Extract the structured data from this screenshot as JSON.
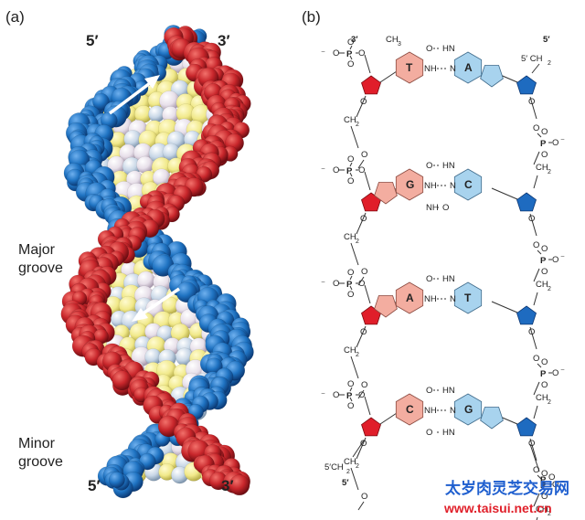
{
  "panel_a": {
    "label": "(a)",
    "top_left_end": "5′",
    "top_right_end": "3′",
    "bottom_left_end": "5′",
    "bottom_right_end": "3′",
    "major_groove": [
      "Major",
      "groove"
    ],
    "minor_groove": [
      "Minor",
      "groove"
    ]
  },
  "panel_b": {
    "label": "(b)",
    "top_left_end": "3′",
    "top_right_end": "5′",
    "top_right_carbon": "5′ CH",
    "bottom_left_carbon": "5′CH",
    "bottom_left_end": "5′",
    "phosphate_atom": "P",
    "oxygen_atom": "O",
    "ch3_label": "CH",
    "nh_label": "NH",
    "hn_label": "HN",
    "h_label": "H",
    "n_label": "N",
    "sub2": "2",
    "sub3": "3",
    "pairs": [
      {
        "left": "T",
        "right": "A"
      },
      {
        "left": "G",
        "right": "C"
      },
      {
        "left": "A",
        "right": "T"
      },
      {
        "left": "C",
        "right": "G"
      }
    ]
  },
  "watermark": {
    "line1": "太岁肉灵芝交易网",
    "line2": "www.taisui.net.cn"
  },
  "colors": {
    "strand_red": "#c8262b",
    "strand_blue": "#1f73c2",
    "base_yellow": "#f1e98a",
    "base_lavender": "#e7dfe9",
    "base_pale_blue": "#c7d6e6",
    "purine_pink": "#f3ada0",
    "pyrimidine_blue": "#a8d3ee",
    "sugar_red": "#e01e2a",
    "sugar_blue": "#1e6bc0"
  }
}
